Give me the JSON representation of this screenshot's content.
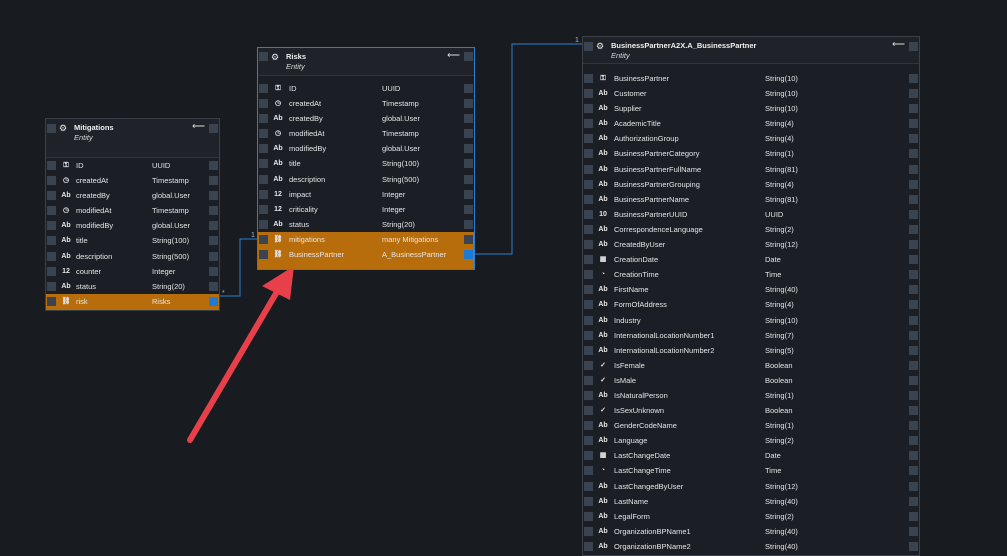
{
  "connector_labels": {
    "mitigations_to_risks_start": "*",
    "mitigations_to_risks_end": "1",
    "risks_to_bp": "1"
  },
  "colors": {
    "background": "#181b20",
    "entity_bg": "#1b1e24",
    "highlight_row": "#b86d0c",
    "selected_border": "#2d7dd2",
    "annotation_arrow": "#e8404a"
  },
  "mitigations": {
    "name": "Mitigations",
    "type": "Entity",
    "fields": [
      {
        "icon": "key-icon",
        "glyph": "⚿",
        "name": "ID",
        "type": "UUID"
      },
      {
        "icon": "datetime-icon",
        "glyph": "◷",
        "name": "createdAt",
        "type": "Timestamp"
      },
      {
        "icon": "text-icon",
        "glyph": "Ab",
        "name": "createdBy",
        "type": "global.User"
      },
      {
        "icon": "datetime-icon",
        "glyph": "◷",
        "name": "modifiedAt",
        "type": "Timestamp"
      },
      {
        "icon": "text-icon",
        "glyph": "Ab",
        "name": "modifiedBy",
        "type": "global.User"
      },
      {
        "icon": "text-icon",
        "glyph": "Ab",
        "name": "title",
        "type": "String(100)"
      },
      {
        "icon": "text-icon",
        "glyph": "Ab",
        "name": "description",
        "type": "String(500)"
      },
      {
        "icon": "integer-icon",
        "glyph": "12",
        "name": "counter",
        "type": "Integer"
      },
      {
        "icon": "text-icon",
        "glyph": "Ab",
        "name": "status",
        "type": "String(20)"
      },
      {
        "icon": "link-icon",
        "glyph": "⛓",
        "name": "risk",
        "type": "Risks",
        "highlight": true
      }
    ]
  },
  "risks": {
    "name": "Risks",
    "type": "Entity",
    "fields": [
      {
        "icon": "key-icon",
        "glyph": "⚿",
        "name": "ID",
        "type": "UUID"
      },
      {
        "icon": "datetime-icon",
        "glyph": "◷",
        "name": "createdAt",
        "type": "Timestamp"
      },
      {
        "icon": "text-icon",
        "glyph": "Ab",
        "name": "createdBy",
        "type": "global.User"
      },
      {
        "icon": "datetime-icon",
        "glyph": "◷",
        "name": "modifiedAt",
        "type": "Timestamp"
      },
      {
        "icon": "text-icon",
        "glyph": "Ab",
        "name": "modifiedBy",
        "type": "global.User"
      },
      {
        "icon": "text-icon",
        "glyph": "Ab",
        "name": "title",
        "type": "String(100)"
      },
      {
        "icon": "text-icon",
        "glyph": "Ab",
        "name": "description",
        "type": "String(500)"
      },
      {
        "icon": "integer-icon",
        "glyph": "12",
        "name": "impact",
        "type": "Integer"
      },
      {
        "icon": "integer-icon",
        "glyph": "12",
        "name": "criticality",
        "type": "Integer"
      },
      {
        "icon": "text-icon",
        "glyph": "Ab",
        "name": "status",
        "type": "String(20)"
      },
      {
        "icon": "link-icon",
        "glyph": "⛓",
        "name": "mitigations",
        "type": "many Mitigations",
        "highlight": true
      },
      {
        "icon": "link-icon",
        "glyph": "⛓",
        "name": "BusinessPartner",
        "type": "A_BusinessPartner",
        "highlight": true
      }
    ]
  },
  "business_partner": {
    "name": "BusinessPartnerA2X.A_BusinessPartner",
    "type": "Entity",
    "fields": [
      {
        "icon": "key-icon",
        "glyph": "⚿",
        "name": "BusinessPartner",
        "type": "String(10)"
      },
      {
        "icon": "text-icon",
        "glyph": "Ab",
        "name": "Customer",
        "type": "String(10)"
      },
      {
        "icon": "text-icon",
        "glyph": "Ab",
        "name": "Supplier",
        "type": "String(10)"
      },
      {
        "icon": "text-icon",
        "glyph": "Ab",
        "name": "AcademicTitle",
        "type": "String(4)"
      },
      {
        "icon": "text-icon",
        "glyph": "Ab",
        "name": "AuthorizationGroup",
        "type": "String(4)"
      },
      {
        "icon": "text-icon",
        "glyph": "Ab",
        "name": "BusinessPartnerCategory",
        "type": "String(1)"
      },
      {
        "icon": "text-icon",
        "glyph": "Ab",
        "name": "BusinessPartnerFullName",
        "type": "String(81)"
      },
      {
        "icon": "text-icon",
        "glyph": "Ab",
        "name": "BusinessPartnerGrouping",
        "type": "String(4)"
      },
      {
        "icon": "text-icon",
        "glyph": "Ab",
        "name": "BusinessPartnerName",
        "type": "String(81)"
      },
      {
        "icon": "uuid-icon",
        "glyph": "10",
        "name": "BusinessPartnerUUID",
        "type": "UUID"
      },
      {
        "icon": "text-icon",
        "glyph": "Ab",
        "name": "CorrespondenceLanguage",
        "type": "String(2)"
      },
      {
        "icon": "text-icon",
        "glyph": "Ab",
        "name": "CreatedByUser",
        "type": "String(12)"
      },
      {
        "icon": "date-icon",
        "glyph": "▦",
        "name": "CreationDate",
        "type": "Date"
      },
      {
        "icon": "time-icon",
        "glyph": "◔",
        "name": "CreationTime",
        "type": "Time"
      },
      {
        "icon": "text-icon",
        "glyph": "Ab",
        "name": "FirstName",
        "type": "String(40)"
      },
      {
        "icon": "text-icon",
        "glyph": "Ab",
        "name": "FormOfAddress",
        "type": "String(4)"
      },
      {
        "icon": "text-icon",
        "glyph": "Ab",
        "name": "Industry",
        "type": "String(10)"
      },
      {
        "icon": "text-icon",
        "glyph": "Ab",
        "name": "InternationalLocationNumber1",
        "type": "String(7)"
      },
      {
        "icon": "text-icon",
        "glyph": "Ab",
        "name": "InternationalLocationNumber2",
        "type": "String(5)"
      },
      {
        "icon": "check-icon",
        "glyph": "✓",
        "name": "IsFemale",
        "type": "Boolean"
      },
      {
        "icon": "check-icon",
        "glyph": "✓",
        "name": "IsMale",
        "type": "Boolean"
      },
      {
        "icon": "text-icon",
        "glyph": "Ab",
        "name": "IsNaturalPerson",
        "type": "String(1)"
      },
      {
        "icon": "check-icon",
        "glyph": "✓",
        "name": "IsSexUnknown",
        "type": "Boolean"
      },
      {
        "icon": "text-icon",
        "glyph": "Ab",
        "name": "GenderCodeName",
        "type": "String(1)"
      },
      {
        "icon": "text-icon",
        "glyph": "Ab",
        "name": "Language",
        "type": "String(2)"
      },
      {
        "icon": "date-icon",
        "glyph": "▦",
        "name": "LastChangeDate",
        "type": "Date"
      },
      {
        "icon": "time-icon",
        "glyph": "◔",
        "name": "LastChangeTime",
        "type": "Time"
      },
      {
        "icon": "text-icon",
        "glyph": "Ab",
        "name": "LastChangedByUser",
        "type": "String(12)"
      },
      {
        "icon": "text-icon",
        "glyph": "Ab",
        "name": "LastName",
        "type": "String(40)"
      },
      {
        "icon": "text-icon",
        "glyph": "Ab",
        "name": "LegalForm",
        "type": "String(2)"
      },
      {
        "icon": "text-icon",
        "glyph": "Ab",
        "name": "OrganizationBPName1",
        "type": "String(40)"
      },
      {
        "icon": "text-icon",
        "glyph": "Ab",
        "name": "OrganizationBPName2",
        "type": "String(40)"
      }
    ]
  }
}
